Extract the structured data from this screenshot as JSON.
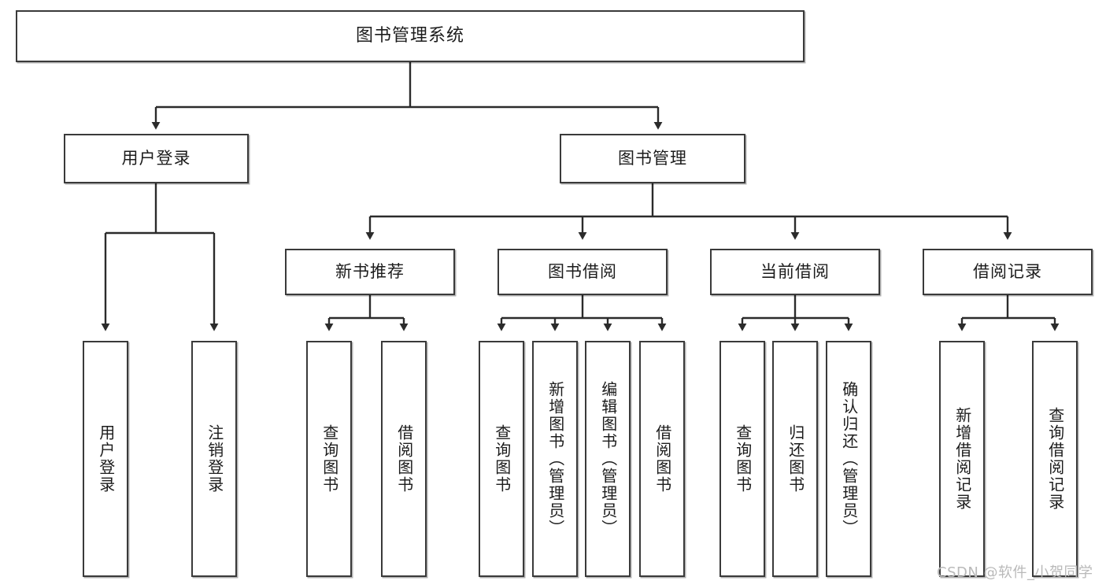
{
  "diagram": {
    "title": "图书管理系统",
    "type": "function-structure-tree",
    "watermark": "CSDN @软件_小贺同学",
    "levels": {
      "root": {
        "label": "图书管理系统"
      },
      "level2": [
        {
          "id": "user-login",
          "label": "用户登录"
        },
        {
          "id": "book-manage",
          "label": "图书管理"
        }
      ],
      "level3": [
        {
          "id": "new-book-recommend",
          "label": "新书推荐",
          "parent": "book-manage"
        },
        {
          "id": "book-borrow",
          "label": "图书借阅",
          "parent": "book-manage"
        },
        {
          "id": "current-borrow",
          "label": "当前借阅",
          "parent": "book-manage"
        },
        {
          "id": "borrow-record",
          "label": "借阅记录",
          "parent": "book-manage"
        }
      ],
      "leaves": [
        {
          "id": "leaf-user-login",
          "label": "用户登录",
          "parent": "user-login"
        },
        {
          "id": "leaf-user-logout",
          "label": "注销登录",
          "parent": "user-login"
        },
        {
          "id": "leaf-query-book-1",
          "label": "查询图书",
          "parent": "new-book-recommend"
        },
        {
          "id": "leaf-borrow-book-1",
          "label": "借阅图书",
          "parent": "new-book-recommend"
        },
        {
          "id": "leaf-query-book-2",
          "label": "查询图书",
          "parent": "book-borrow"
        },
        {
          "id": "leaf-add-book",
          "label": "新增图书（管理员）",
          "parent": "book-borrow"
        },
        {
          "id": "leaf-edit-book",
          "label": "编辑图书（管理员）",
          "parent": "book-borrow"
        },
        {
          "id": "leaf-borrow-book-2",
          "label": "借阅图书",
          "parent": "book-borrow"
        },
        {
          "id": "leaf-query-book-3",
          "label": "查询图书",
          "parent": "current-borrow"
        },
        {
          "id": "leaf-return-book",
          "label": "归还图书",
          "parent": "current-borrow"
        },
        {
          "id": "leaf-confirm-return",
          "label": "确认归还（管理员）",
          "parent": "current-borrow"
        },
        {
          "id": "leaf-add-record",
          "label": "新增借阅记录",
          "parent": "borrow-record"
        },
        {
          "id": "leaf-query-record",
          "label": "查询借阅记录",
          "parent": "borrow-record"
        }
      ]
    },
    "colors": {
      "box_border": "#3a3a3a",
      "box_fill": "#ffffff",
      "edge": "#2b2b2b",
      "text": "#1c1c1c",
      "watermark": "#b9b9b9"
    }
  }
}
